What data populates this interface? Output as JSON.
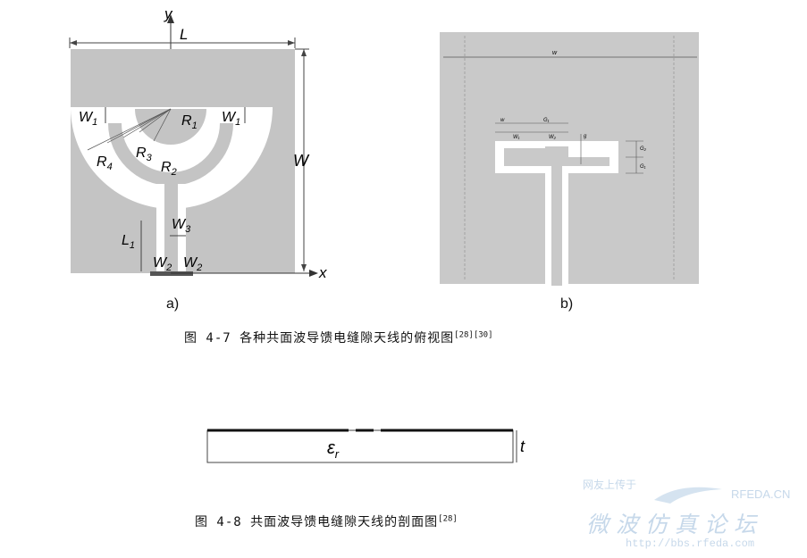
{
  "figure_a": {
    "sublabel": "a)",
    "axis_y": "y",
    "axis_x": "x",
    "dim_L": "L",
    "dim_W": "W",
    "W1_left": "W",
    "W1_left_sub": "1",
    "W1_right": "W",
    "W1_right_sub": "1",
    "R1": "R",
    "R1_sub": "1",
    "R2": "R",
    "R2_sub": "2",
    "R3": "R",
    "R3_sub": "3",
    "R4": "R",
    "R4_sub": "4",
    "W3": "W",
    "W3_sub": "3",
    "L1": "L",
    "L1_sub": "1",
    "W2_left": "W",
    "W2_left_sub": "2",
    "W2_right": "W",
    "W2_right_sub": "2"
  },
  "figure_b": {
    "sublabel": "b)",
    "dim_w": "w",
    "label_w1": "w",
    "label_Gs": "G₁",
    "label_W1": "W₁",
    "label_W2": "W₂",
    "label_g": "g",
    "label_G2": "G₂",
    "label_G1": "G₁"
  },
  "caption_4_7": {
    "text": "图 4-7  各种共面波导馈电缝隙天线的俯视图",
    "refs": "[28][30]"
  },
  "figure_c": {
    "epsilon_label": "ε",
    "epsilon_sub": "r",
    "thickness_label": "t"
  },
  "caption_4_8": {
    "text": "图 4-8  共面波导馈电缝隙天线的剖面图",
    "refs": "[28]"
  },
  "watermark": {
    "line1": "网友上传于",
    "brand": "RFEDA.CN",
    "forum": "微波仿真论坛",
    "url": "http://bbs.rfeda.com"
  },
  "colors": {
    "substrate_gray": "#c4c4c4",
    "metal_gray_b": "#c9c9c9",
    "line_dark": "#222222",
    "watermark_blue": "#c6d8ea"
  }
}
